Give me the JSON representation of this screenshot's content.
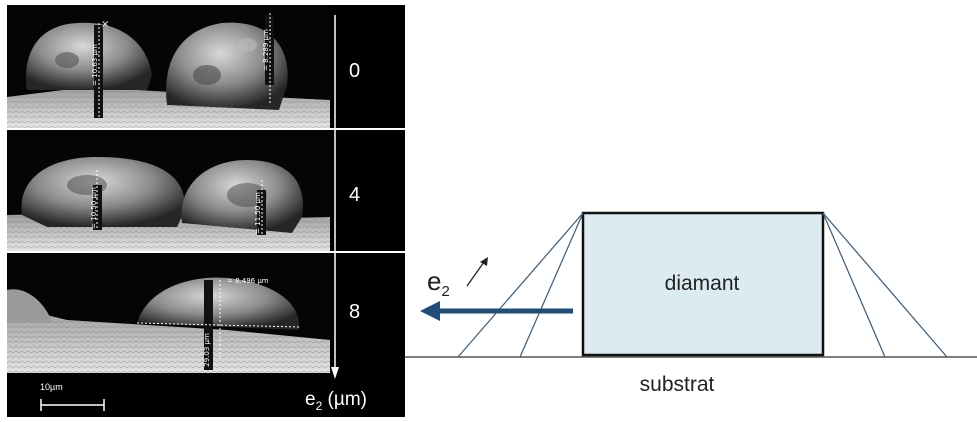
{
  "sem": {
    "panels": [
      {
        "label": "0",
        "measurements": [
          "= 10.63 µm",
          "= 8.289 µm"
        ]
      },
      {
        "label": "4",
        "measurements": [
          "= 10.50 µm",
          "= 11.50 µm"
        ]
      },
      {
        "label": "8",
        "measurements": [
          "= 8.496 µm",
          "29.03 µm"
        ]
      }
    ],
    "axis": {
      "symbol": "e",
      "subscript": "2",
      "unit": " (µm)"
    },
    "scale_bar": "10µm"
  },
  "schematic": {
    "crystal_label": "diamant",
    "substrate_label": "substrat",
    "direction": {
      "symbol": "e",
      "subscript": "2"
    },
    "colors": {
      "crystal_fill": "#dceaf1",
      "arrow": "#1f4e79",
      "lines": "#3a5a7c"
    }
  }
}
